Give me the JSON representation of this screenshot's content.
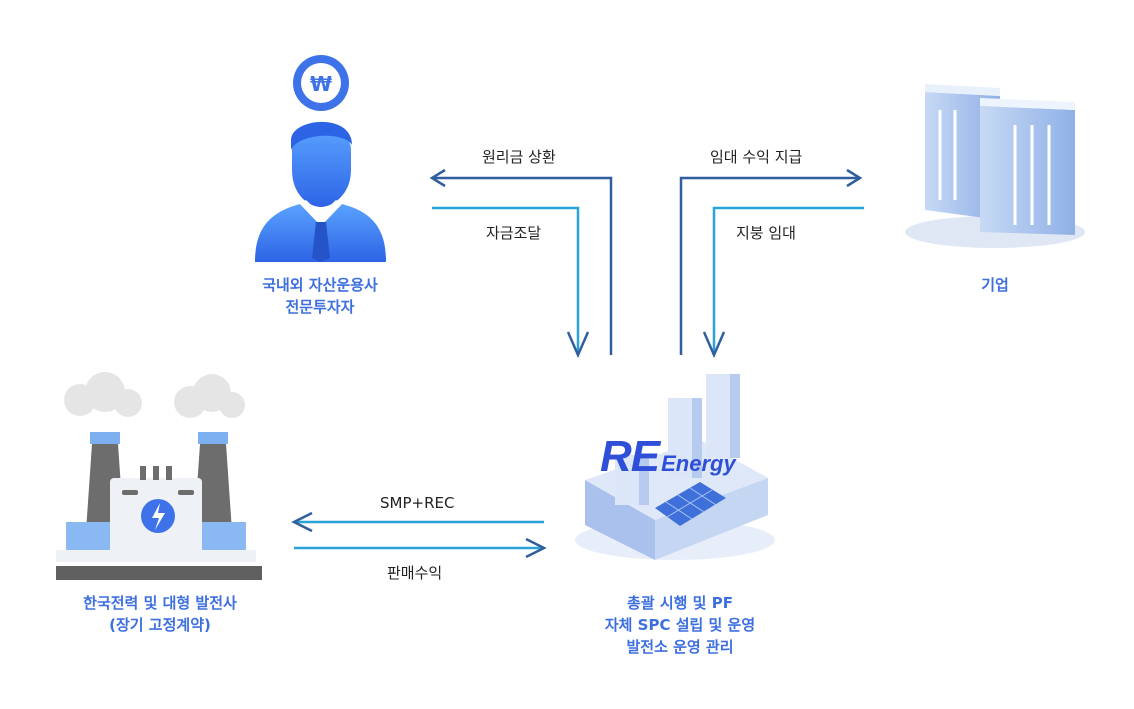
{
  "diagram": {
    "investor": {
      "icon": "won-coin-icon",
      "caption_lines": [
        "국내외 자산운용사",
        "전문투자자"
      ]
    },
    "company": {
      "icon": "office-building-icon",
      "caption_lines": [
        "기업"
      ]
    },
    "power_plant": {
      "icon": "power-plant-icon",
      "caption_lines": [
        "한국전력 및 대형 발전사",
        "(장기 고정계약)"
      ]
    },
    "re_energy": {
      "brand_mark": "RE",
      "brand_word": "Energy",
      "caption_lines": [
        "총괄 시행 및 PF",
        "자체 SPC 설립 및 운영",
        "발전소 운영 관리"
      ]
    },
    "flows": {
      "principal_repayment": "원리금 상환",
      "fund_raising": "자금조달",
      "rent_payment": "임대 수익 지급",
      "roof_lease": "지붕 임대",
      "smp_rec": "SMP+REC",
      "sales_revenue": "판매수익"
    },
    "colors": {
      "accent_blue": "#3d6fe0",
      "arrow_dark": "#2f5f9e",
      "arrow_light": "#29a3d8"
    }
  }
}
